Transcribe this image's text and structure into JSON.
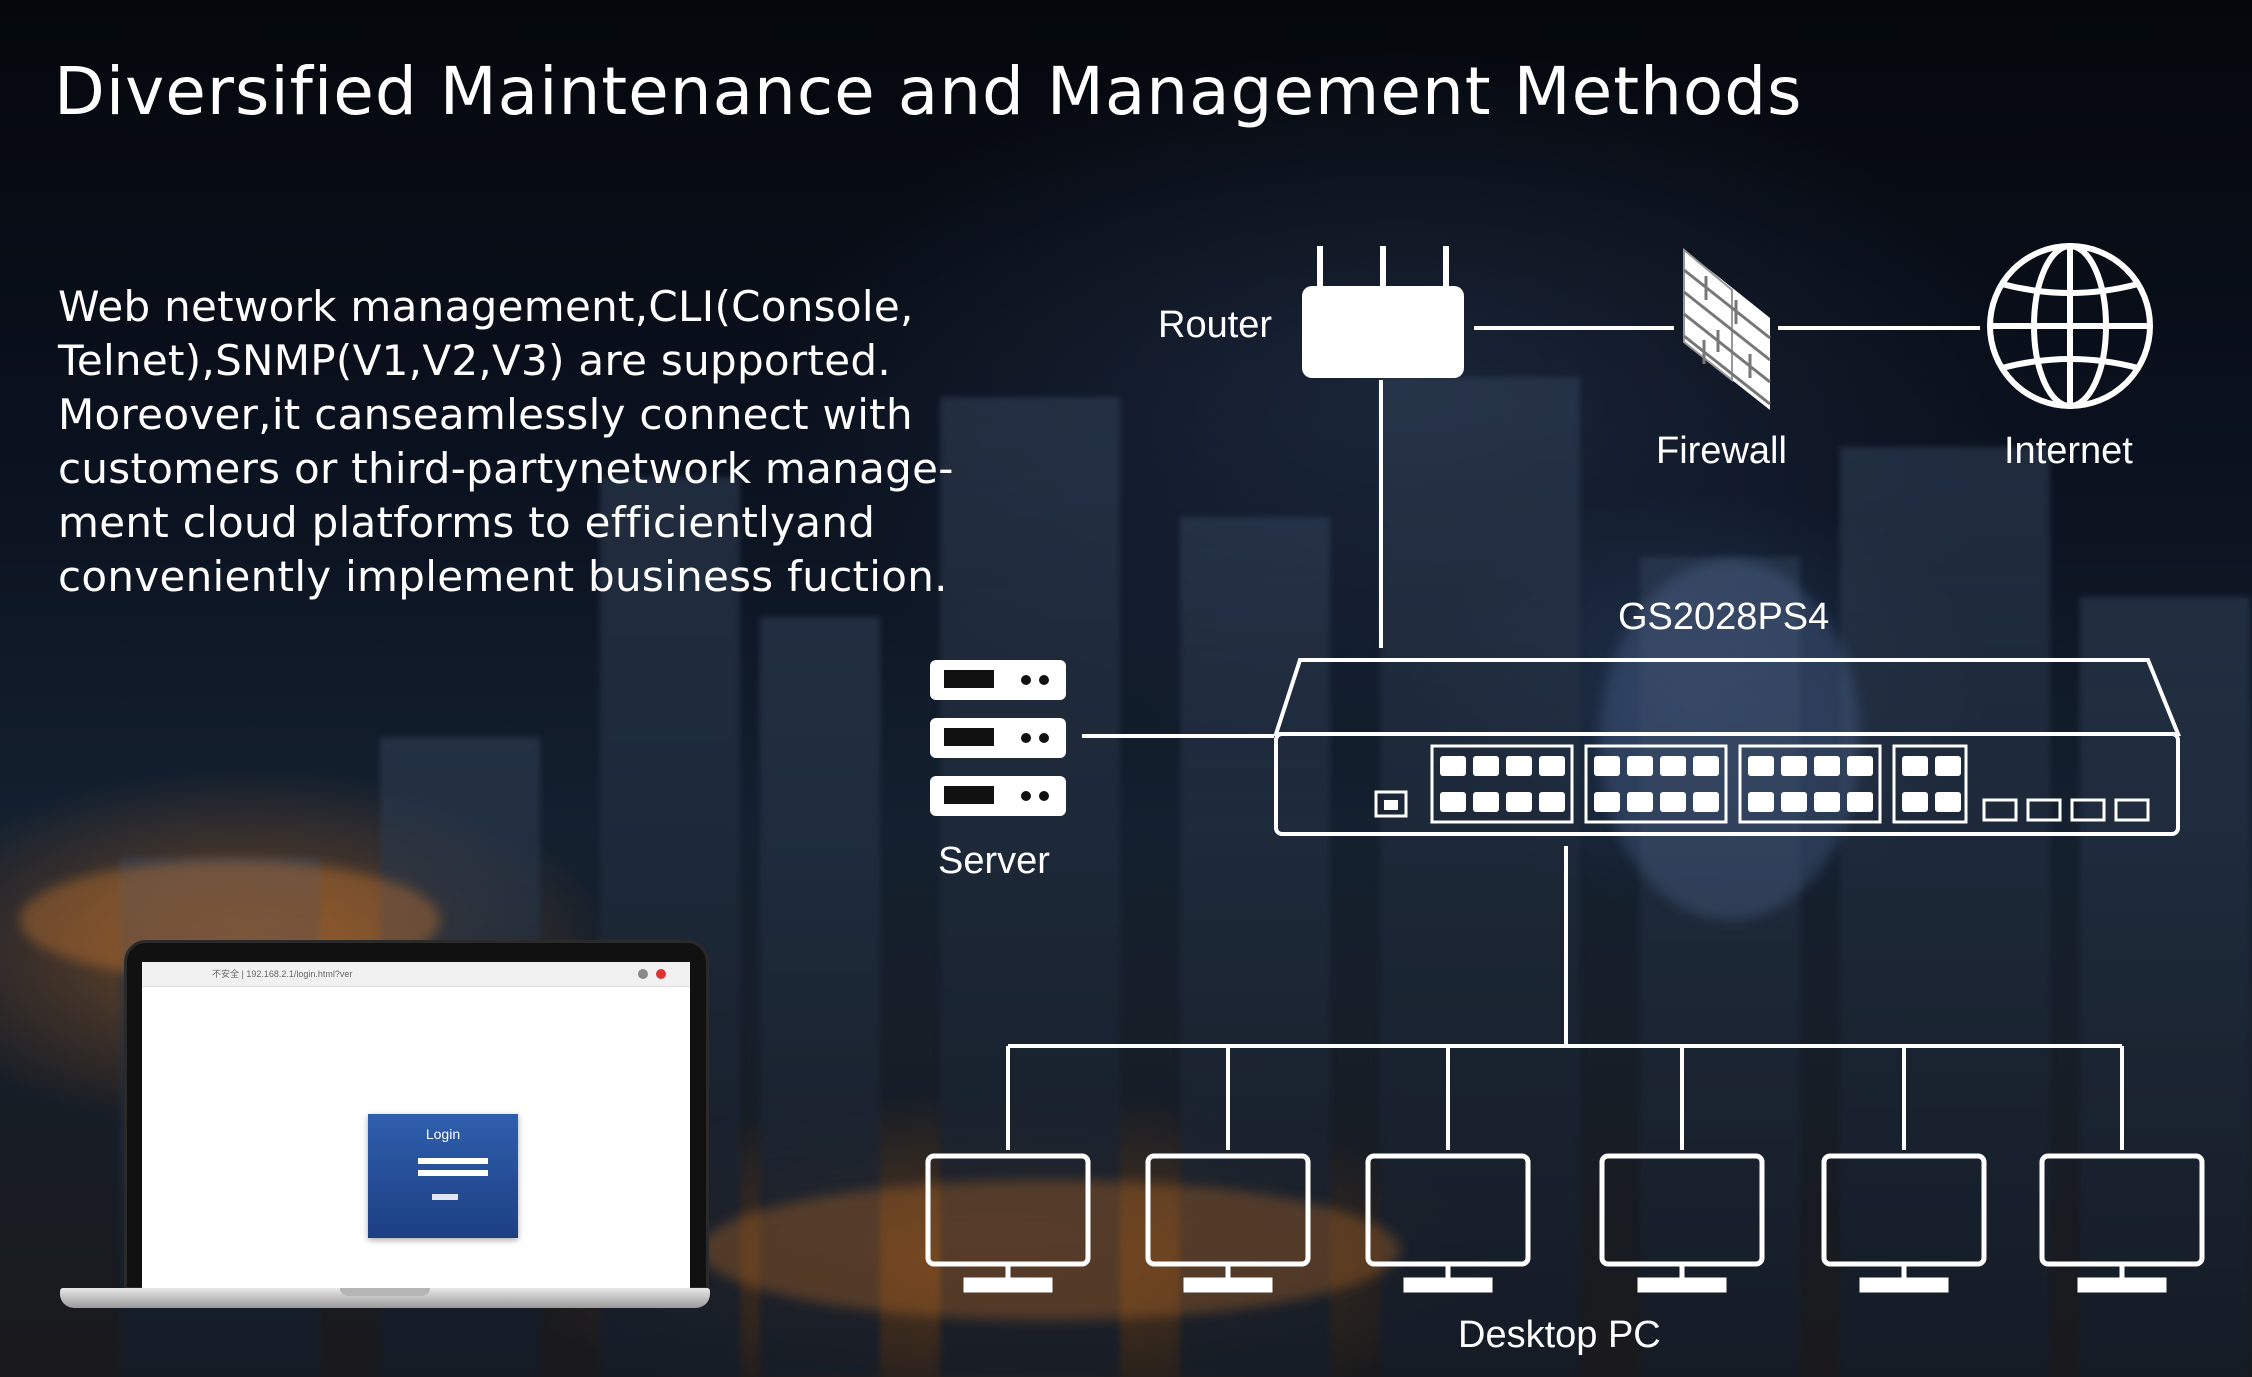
{
  "title": "Diversified Maintenance and Management Methods",
  "description_lines": [
    "Web network management,CLI(Console,",
    "Telnet),SNMP(V1,V2,V3) are supported.",
    "Moreover,it canseamlessly connect with",
    "customers or third-partynetwork manage-",
    "ment cloud platforms to efficientlyand",
    "conveniently implement business fuction."
  ],
  "labels": {
    "router": "Router",
    "firewall": "Firewall",
    "internet": "Internet",
    "switch": "GS2028PS4",
    "server": "Server",
    "desktop": "Desktop PC"
  },
  "laptop": {
    "login_title": "Login",
    "url": "不安全 | 192.168.2.1/login.html?ver"
  },
  "colors": {
    "line": "#ffffff",
    "login_blue": "#2f5fae"
  }
}
